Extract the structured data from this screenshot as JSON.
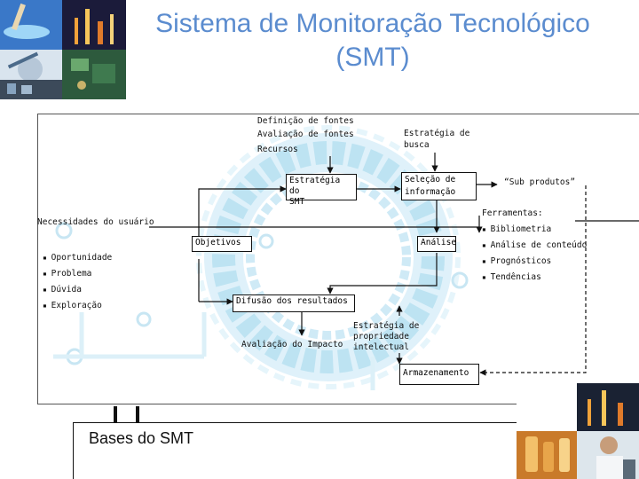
{
  "title": {
    "line1": "Sistema de Monitoração Tecnológico",
    "line2": "(SMT)"
  },
  "colors": {
    "title": "#5b8ccf",
    "ring": "#bde3f2",
    "ring_stroke": "#9fd0e6"
  },
  "top_labels": {
    "l1": "Definição de fontes",
    "l2": "Avaliação de fontes",
    "l3": "Recursos"
  },
  "search_strategy": {
    "l1": "Estratégia de",
    "l2": "busca"
  },
  "boxes": {
    "smt_strategy": {
      "l1": "Estratégia do",
      "l2": "SMT"
    },
    "info_selection": {
      "l1": "Seleção de",
      "l2": "informação"
    },
    "objectives": "Objetivos",
    "analysis": "Análise",
    "diffusion": "Difusão dos resultados",
    "storage": "Armazenamento"
  },
  "sub_products": "“Sub produtos”",
  "tools": {
    "title": "Ferramentas:",
    "items": [
      "Bibliometria",
      "Análise de conteúdo",
      "Prognósticos",
      "Tendências"
    ]
  },
  "user_needs": {
    "title": "Necessidades do usuário",
    "items": [
      "Oportunidade",
      "Problema",
      "Dúvida",
      "Exploração"
    ]
  },
  "impact": "Avaliação do Impacto",
  "ip_strategy": {
    "l1": "Estratégia de",
    "l2": "propriedade",
    "l3": "intelectual"
  },
  "bases": "Bases do SMT"
}
